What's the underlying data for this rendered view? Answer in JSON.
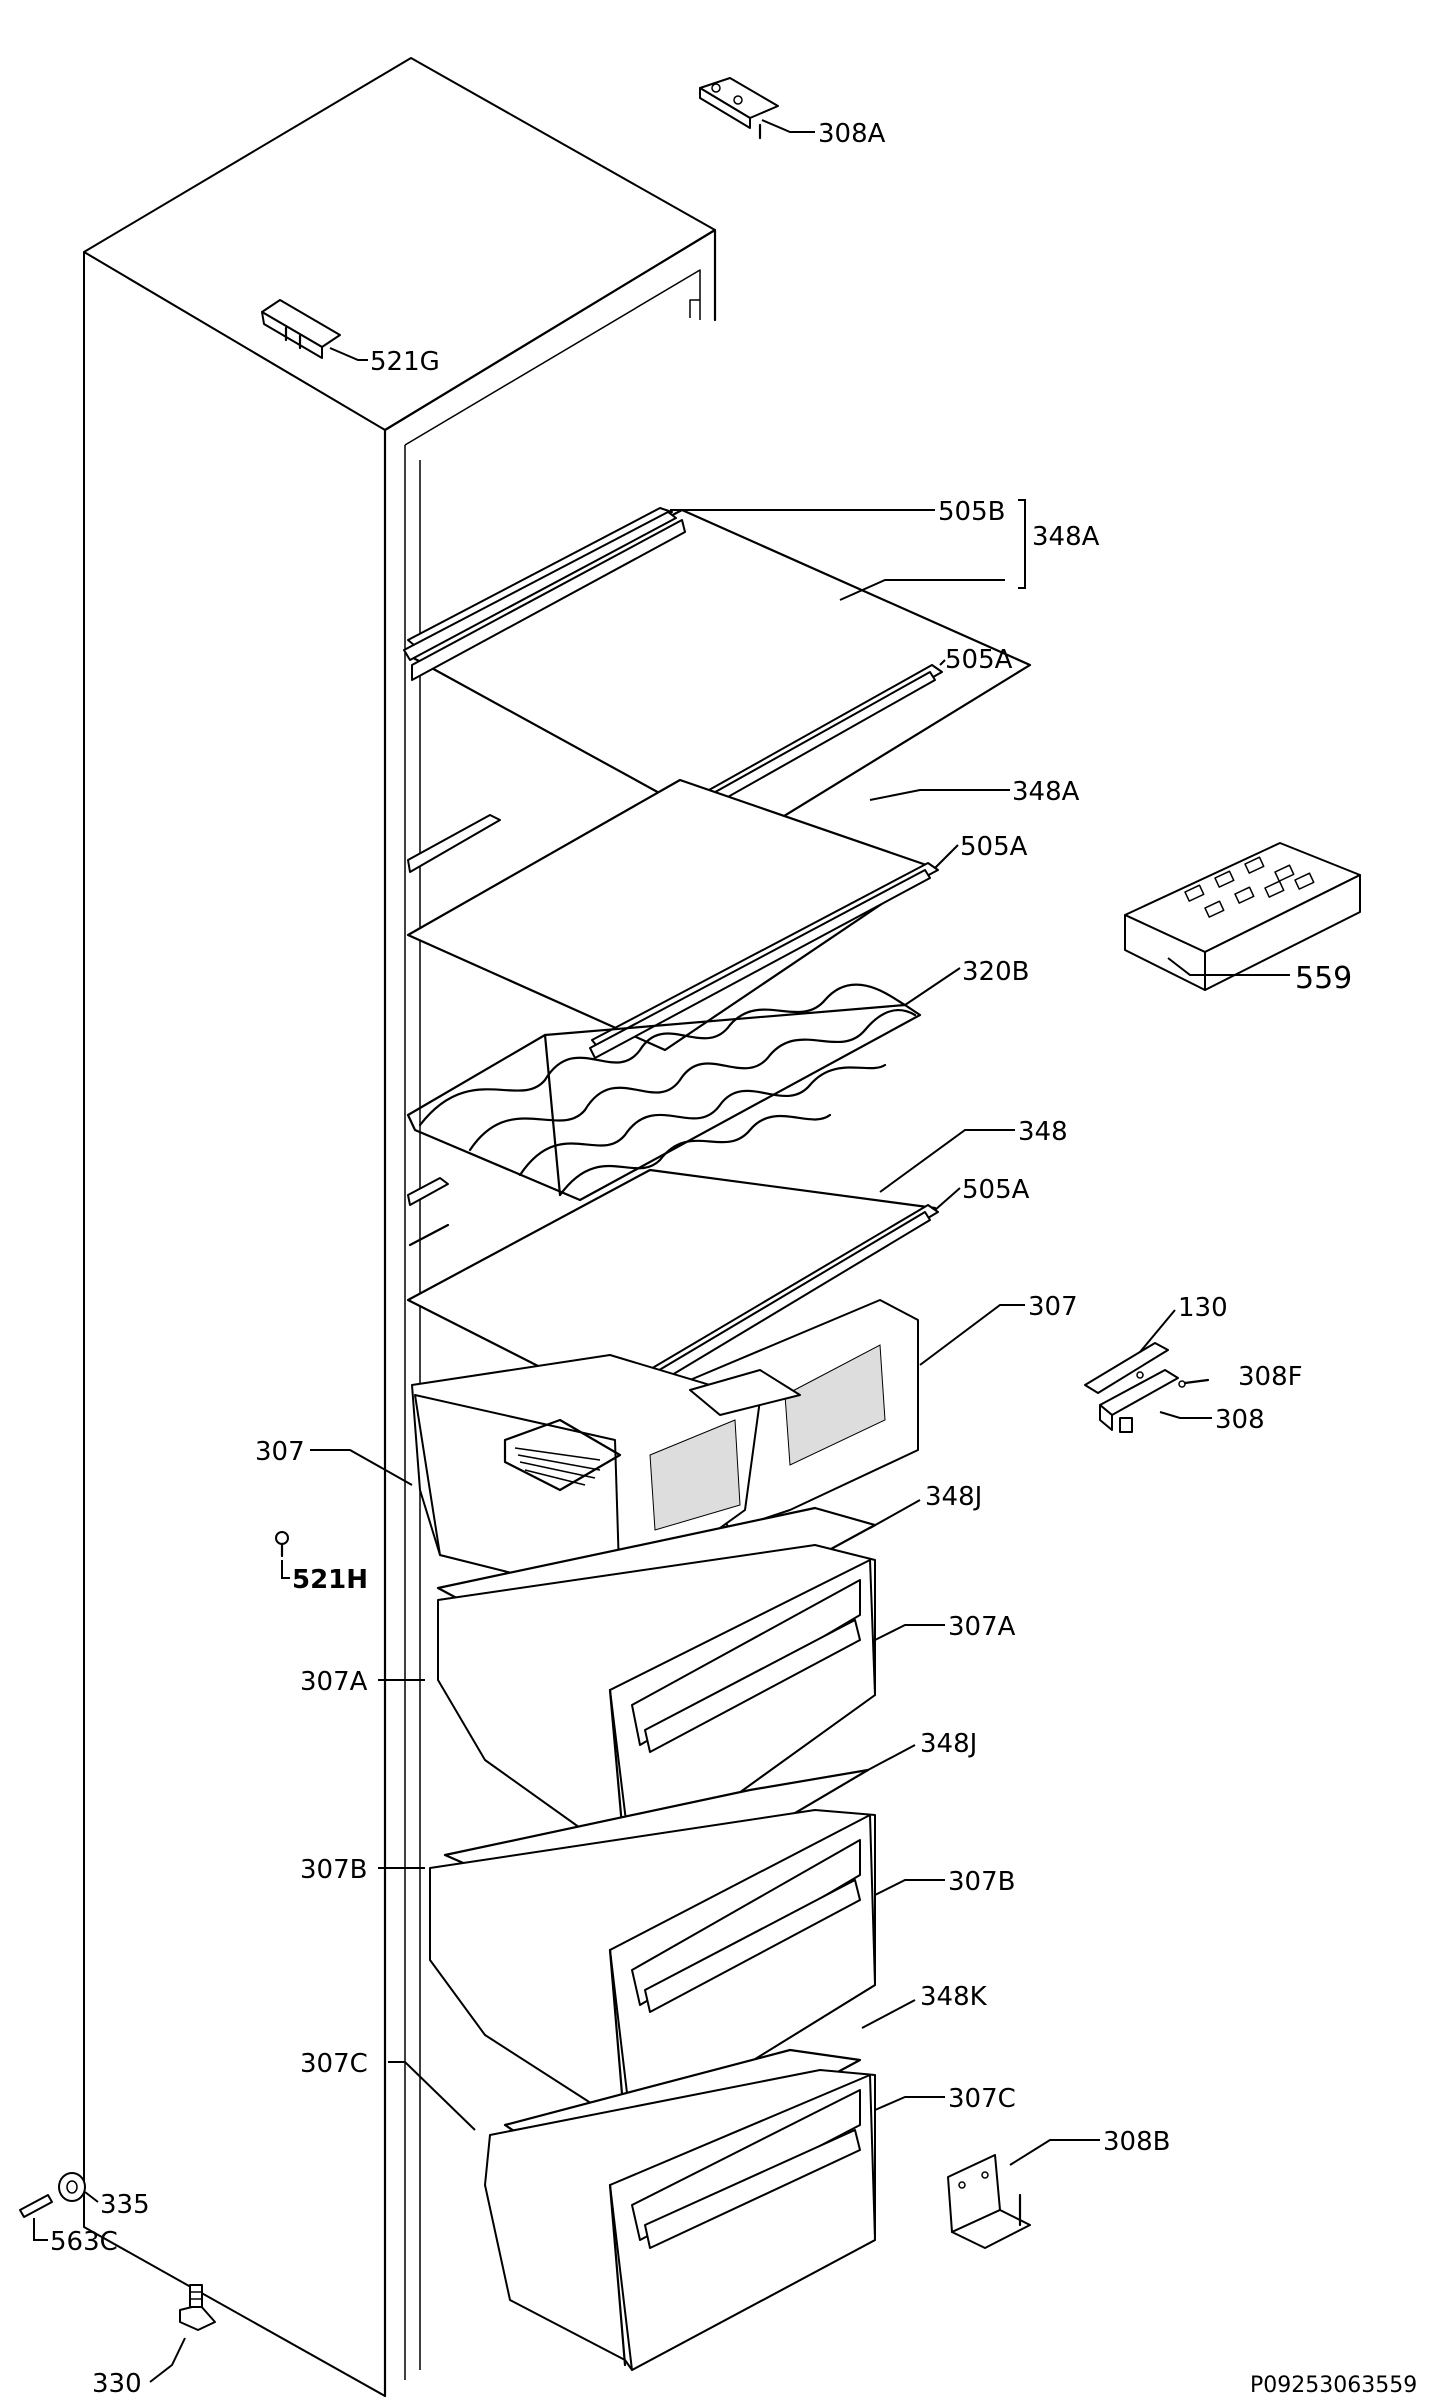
{
  "labels": {
    "l308A_top": "308A",
    "l521G": "521G",
    "l505B": "505B",
    "l348A_brace": "348A",
    "l505A_1": "505A",
    "l348A_2": "348A",
    "l505A_2": "505A",
    "l320B": "320B",
    "l559": "559",
    "l348": "348",
    "l505A_3": "505A",
    "l307_right": "307",
    "l130": "130",
    "l308F": "308F",
    "l308": "308",
    "l307_left": "307",
    "l348J_1": "348J",
    "l521H": "521H",
    "l307A_right": "307A",
    "l307A_left": "307A",
    "l348J_2": "348J",
    "l307B_left": "307B",
    "l307B_right": "307B",
    "l348K": "348K",
    "l307C_left": "307C",
    "l307C_right": "307C",
    "l308B": "308B",
    "l335": "335",
    "l563C": "563C",
    "l330": "330"
  },
  "footer": {
    "code": "P09253063559"
  }
}
